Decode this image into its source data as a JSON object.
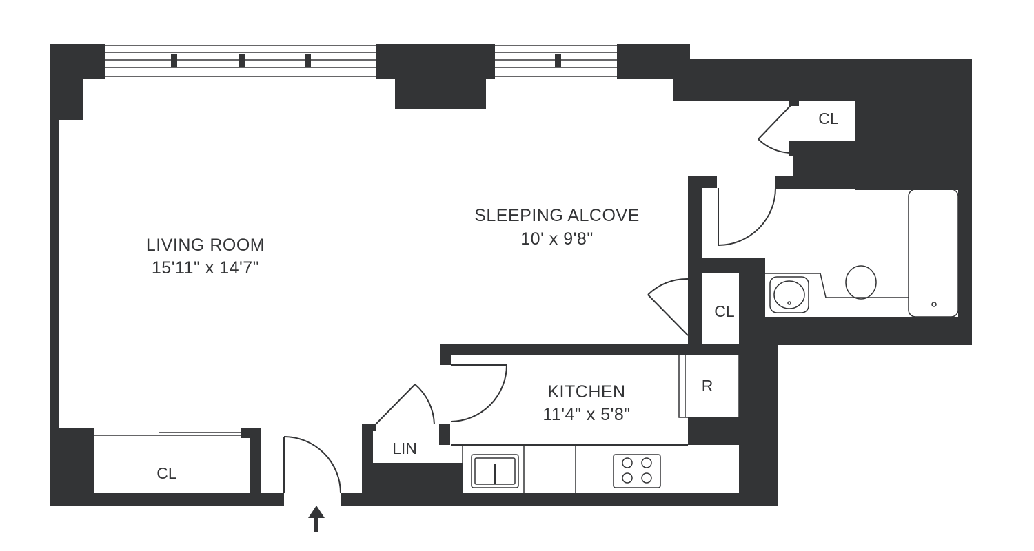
{
  "floorplan": {
    "colors": {
      "wall": "#333436",
      "background": "#ffffff"
    },
    "rooms": {
      "living_room": {
        "name": "LIVING ROOM",
        "dimensions": "15'11\" x 14'7\""
      },
      "sleeping_alcove": {
        "name": "SLEEPING ALCOVE",
        "dimensions": "10' x 9'8\""
      },
      "kitchen": {
        "name": "KITCHEN",
        "dimensions": "11'4\" x 5'8\""
      }
    },
    "closets": {
      "living_closet": "CL",
      "alcove_closet_upper": "CL",
      "alcove_closet_lower": "CL",
      "linen_closet": "LIN"
    },
    "appliances": {
      "refrigerator": "R"
    },
    "icons": {
      "entry": "entry-arrow-icon"
    }
  }
}
